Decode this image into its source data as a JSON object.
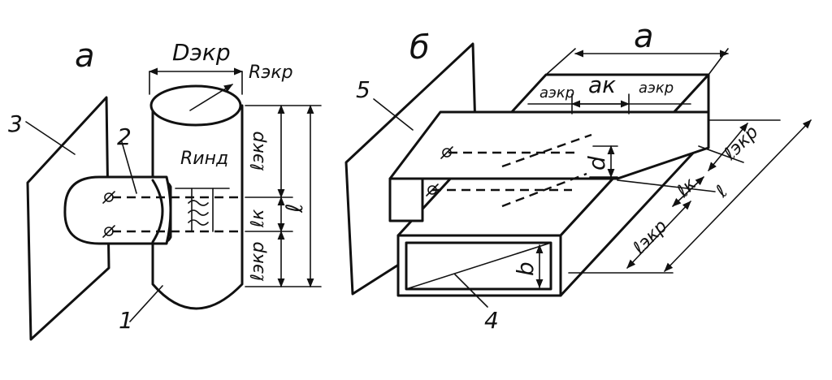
{
  "panel_a": {
    "label": "а",
    "dim_d": "Dэкр",
    "dim_r": "Rэкр",
    "dim_rind": "Rинд",
    "dim_l_ekr_top": "ℓэкр",
    "dim_l_k": "ℓк",
    "dim_l_ekr_bot": "ℓэкр",
    "dim_l": "ℓ",
    "num_1": "1",
    "num_2": "2",
    "num_3": "3"
  },
  "panel_b": {
    "label": "б",
    "dim_a": "a",
    "dim_a_ekr_left": "aэкр",
    "dim_a_k": "aк",
    "dim_a_ekr_right": "aэкр",
    "dim_d": "d",
    "dim_b": "b",
    "dim_l_ekr_top": "ℓэкр",
    "dim_l_k": "ℓк",
    "dim_l": "ℓ",
    "dim_l_ekr_bot": "ℓэкр",
    "num_4": "4",
    "num_5": "5"
  }
}
